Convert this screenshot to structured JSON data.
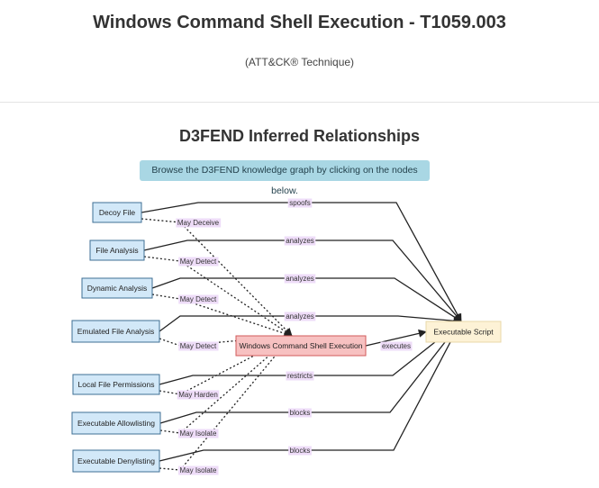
{
  "page": {
    "title": "Windows Command Shell Execution - T1059.003",
    "subtitle": "(ATT&CK® Technique)",
    "section_title": "D3FEND Inferred Relationships",
    "hint": "Browse the D3FEND knowledge graph by clicking on the nodes below."
  },
  "colors": {
    "countermeasure_fill": "#d2e8f8",
    "countermeasure_stroke": "#3f6f94",
    "technique_fill": "#f7c1c1",
    "technique_stroke": "#d05a5a",
    "artifact_fill": "#fdf2d6",
    "artifact_stroke": "#e9d8a8",
    "label_bg": "#eedcf8"
  },
  "graph": {
    "technique": "Windows Command Shell Execution",
    "artifact": "Executable Script",
    "technique_to_artifact": "executes",
    "countermeasures": [
      {
        "name": "Decoy File",
        "artifact_relation": "spoofs",
        "technique_relation": "May Deceive"
      },
      {
        "name": "File Analysis",
        "artifact_relation": "analyzes",
        "technique_relation": "May Detect"
      },
      {
        "name": "Dynamic Analysis",
        "artifact_relation": "analyzes",
        "technique_relation": "May Detect"
      },
      {
        "name": "Emulated File Analysis",
        "artifact_relation": "analyzes",
        "technique_relation": "May Detect"
      },
      {
        "name": "Local File Permissions",
        "artifact_relation": "restricts",
        "technique_relation": "May Harden"
      },
      {
        "name": "Executable Allowlisting",
        "artifact_relation": "blocks",
        "technique_relation": "May Isolate"
      },
      {
        "name": "Executable Denylisting",
        "artifact_relation": "blocks",
        "technique_relation": "May Isolate"
      }
    ]
  }
}
